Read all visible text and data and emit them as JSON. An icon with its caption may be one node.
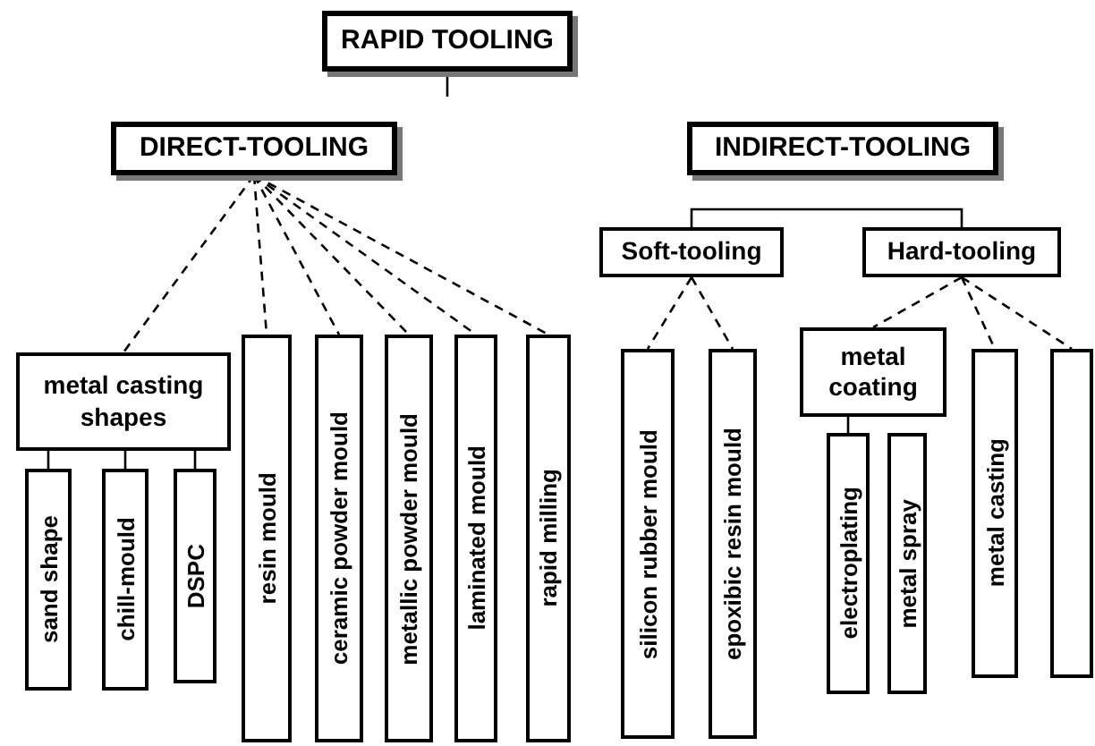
{
  "diagram": {
    "nodes": [
      {
        "text": [
          "RAPID TOOLING"
        ]
      },
      {
        "text": [
          "DIRECT-TOOLING"
        ]
      },
      {
        "text": [
          "INDIRECT-TOOLING"
        ]
      },
      {
        "text": [
          "metal casting shapes"
        ]
      },
      {
        "text": [
          "sand shape"
        ]
      },
      {
        "text": [
          "chill-mould"
        ]
      },
      {
        "text": [
          "DSPC"
        ]
      },
      {
        "text": [
          "resin mould"
        ]
      },
      {
        "text": [
          "ceramic powder mould"
        ]
      },
      {
        "text": [
          "metallic powder mould"
        ]
      },
      {
        "text": [
          "laminated mould"
        ]
      },
      {
        "text": [
          "rapid milling"
        ]
      },
      {
        "text": [
          "Soft-tooling"
        ]
      },
      {
        "text": [
          "Hard-tooling"
        ]
      },
      {
        "text": [
          "silicon rubber mould"
        ]
      },
      {
        "text": [
          "epoxibic resin mould"
        ]
      },
      {
        "text": [
          "metal coating"
        ]
      },
      {
        "text": [
          "electroplating"
        ]
      },
      {
        "text": [
          "metal spray"
        ]
      },
      {
        "text": [
          "metal casting"
        ]
      },
      {
        "text": [],
        "shape": "box"
      }
    ],
    "edges": [
      {
        "from": 0,
        "to": null,
        "arrow": "none"
      },
      {
        "from": 1,
        "to": 3,
        "arrow": "none",
        "style": "dashed"
      },
      {
        "from": 1,
        "to": 7,
        "arrow": "none",
        "style": "dashed"
      },
      {
        "from": 1,
        "to": 8,
        "arrow": "none",
        "style": "dashed"
      },
      {
        "from": 1,
        "to": 9,
        "arrow": "none",
        "style": "dashed"
      },
      {
        "from": 1,
        "to": 10,
        "arrow": "none",
        "style": "dashed"
      },
      {
        "from": 1,
        "to": 11,
        "arrow": "none",
        "style": "dashed"
      },
      {
        "from": 3,
        "to": 4,
        "arrow": "none"
      },
      {
        "from": 3,
        "to": 5,
        "arrow": "none"
      },
      {
        "from": 3,
        "to": 6,
        "arrow": "none"
      },
      {
        "from": 12,
        "to": 13,
        "arrow": "none"
      },
      {
        "from": 12,
        "to": 14,
        "arrow": "none",
        "style": "dashed"
      },
      {
        "from": 12,
        "to": 15,
        "arrow": "none",
        "style": "dashed"
      },
      {
        "from": 13,
        "to": 16,
        "arrow": "none",
        "style": "dashed"
      },
      {
        "from": 13,
        "to": 19,
        "arrow": "none",
        "style": "dashed"
      },
      {
        "from": 13,
        "to": 20,
        "arrow": "none",
        "style": "dashed"
      },
      {
        "from": 16,
        "to": 17,
        "arrow": "none"
      }
    ]
  }
}
